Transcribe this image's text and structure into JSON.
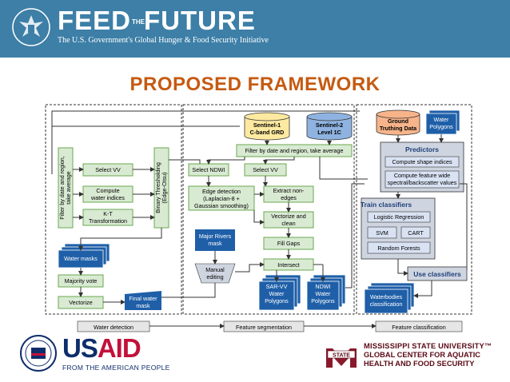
{
  "header": {
    "brand": "FEED",
    "brand_the": "THE",
    "brand_end": "FUTURE",
    "tagline": "The U.S. Government's Global Hunger & Food Security Initiative"
  },
  "title": "PROPOSED FRAMEWORK",
  "diagram": {
    "sources": {
      "sentinel1": [
        "Sentinel-1",
        "C-band GRD"
      ],
      "sentinel2": [
        "Sentinel-2",
        "Level 1C"
      ],
      "ground_truth": [
        "Ground",
        "Truthing Data"
      ],
      "water_polygons": [
        "Water",
        "Polygons"
      ]
    },
    "boxes": {
      "filter_left": [
        "Filter by date and region,",
        "take average"
      ],
      "select_vv_left": "Select VV",
      "compute_indices": [
        "Compute",
        "water indices"
      ],
      "kt": [
        "K-T",
        "Transformation"
      ],
      "binary_thresh": [
        "Binary Thresholding",
        "(Edge-Otsu)"
      ],
      "water_masks": "Water masks",
      "majority_vote": "Majority vote",
      "vectorize_left": "Vectorize",
      "final_mask": [
        "Final water",
        "mask"
      ],
      "filter_top": "Filter by date and region, take average",
      "select_ndwi": "Select NDWI",
      "select_vv_mid": "Select VV",
      "edge_detection": [
        "Edge detection",
        "(Laplacian-8 +",
        "Gaussian smoothing)"
      ],
      "extract_edges": [
        "Extract non-",
        "edges"
      ],
      "vectorize_clean": [
        "Vectorize and",
        "clean"
      ],
      "fill_gaps": "Fill Gaps",
      "intersect": "Intersect",
      "major_rivers": [
        "Major Rivers",
        "mask"
      ],
      "manual_editing": [
        "Manual",
        "editing"
      ],
      "sar_polygons": [
        "SAR-VV",
        "Water",
        "Polygons"
      ],
      "ndwi_polygons": [
        "NDWI",
        "Water",
        "Polygons"
      ],
      "predictors": "Predictors",
      "shape_indices": "Compute shape indices",
      "feature_wide": [
        "Compute feature wide",
        "spectral/backscatter values"
      ],
      "train_classifiers": "Train classifiers",
      "logistic": "Logistic Regression",
      "svm": "SVM",
      "cart": "CART",
      "random_forests": "Random Forests",
      "use_classifiers": "Use classifiers",
      "waterbodies": [
        "Waterbodies",
        "classification"
      ]
    },
    "stages": [
      "Water detection",
      "Feature segmentation",
      "Feature classification"
    ],
    "colors": {
      "green_fill": "#d9ead3",
      "green_stroke": "#6aa84f",
      "blue_fill": "#1f5fa8",
      "gray_fill": "#cfd5e0",
      "cyl_orange": "#f7b48a",
      "cyl_yellow": "#fde9a0",
      "cyl_blue": "#8fb3e0"
    }
  },
  "footer": {
    "usaid_us": "US",
    "usaid_aid": "AID",
    "usaid_tag": "FROM THE AMERICAN PEOPLE",
    "msu_logo": "STATE",
    "msu_line1": "MISSISSIPPI STATE UNIVERSITY™",
    "msu_line2": "GLOBAL CENTER FOR AQUATIC",
    "msu_line3": "HEALTH AND FOOD SECURITY"
  }
}
